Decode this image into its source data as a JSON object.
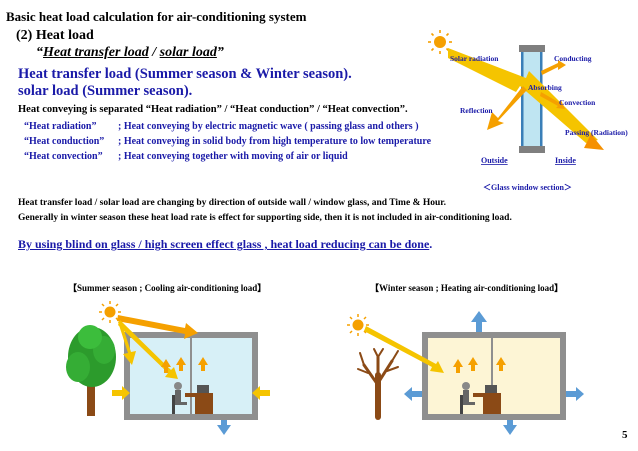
{
  "page": {
    "title": "Basic heat load calculation for air-conditioning system",
    "section": "(2) Heat load",
    "quote_open": "“",
    "subtitle_part1": "Heat transfer load",
    "subtitle_sep": " / ",
    "subtitle_part2": "solar load",
    "quote_close": "”",
    "heading_line1": "Heat transfer load (Summer season & Winter season).",
    "heading_line2": "solar load (Summer season).",
    "conveying_intro": "Heat conveying is separated  “Heat radiation” / “Heat conduction” / “Heat convection”.",
    "definitions": [
      {
        "term": "“Heat radiation”",
        "desc": ";  Heat conveying by electric magnetic wave ( passing glass and others )"
      },
      {
        "term": "“Heat conduction”",
        "desc": ";  Heat conveying in solid body from high temperature to low temperature"
      },
      {
        "term": "“Heat convection”",
        "desc": ";  Heat conveying together with moving of air or liquid"
      }
    ],
    "note_line1": "Heat transfer load / solar load are changing by direction of outside wall / window glass, and Time & Hour.",
    "note_line2": "Generally in winter season these heat load rate is effect for supporting side, then it is not included in air-conditioning load.",
    "blind_note": "By using blind on glass / high screen effect glass  , heat load reducing can be done",
    "blind_note_end": ".",
    "page_number": "5"
  },
  "glass_diagram": {
    "solar_radiation": "Solar radiation",
    "conducting": "Conducting",
    "absorbing": "Absorbing",
    "convection": "Convection",
    "reflection": "Reflection",
    "passing": "Passing (Radiation)",
    "outside": "Outside",
    "inside": "Inside",
    "caption": "＜Glass window section＞"
  },
  "illustrations": {
    "summer_caption": "【Summer season ; Cooling air-conditioning load】",
    "winter_caption": "【Winter season ; Heating air-conditioning load】"
  },
  "colors": {
    "text_blue": "#1a1aa8",
    "arrow_orange": "#f5a000",
    "arrow_blue": "#5b9bd5",
    "sun": "#f5a000",
    "summer_room": "#d7f0f7",
    "winter_room": "#fdf5d5",
    "tree_green": "#2c9b2c",
    "trunk_brown": "#8b4a16"
  }
}
